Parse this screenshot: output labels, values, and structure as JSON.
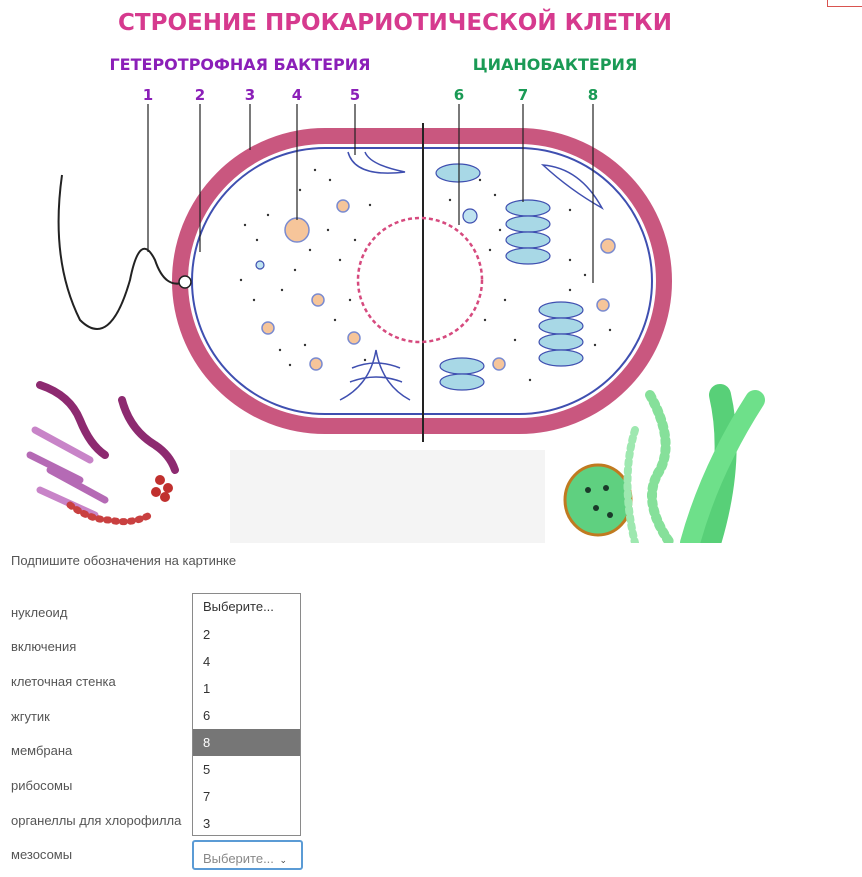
{
  "figure": {
    "title": "СТРОЕНИЕ ПРОКАРИОТИЧЕСКОЙ КЛЕТКИ",
    "left_subtitle": "ГЕТЕРОТРОФНАЯ БАКТЕРИЯ",
    "right_subtitle": "ЦИАНОБАКТЕРИЯ",
    "numbers": [
      "1",
      "2",
      "3",
      "4",
      "5",
      "6",
      "7",
      "8"
    ],
    "colors": {
      "title": "#d63a8e",
      "left_subtitle": "#8b1fb8",
      "right_subtitle": "#1a9a55",
      "cell_wall": "#c9577f",
      "membrane": "#3f4fb0",
      "nucleoid": "#d64a7e",
      "chlorophyll": "#a8d8e6"
    }
  },
  "instruction": "Подпишите обозначения на картинке",
  "rows": [
    {
      "label": "нуклеоид"
    },
    {
      "label": "включения"
    },
    {
      "label": "клеточная стенка"
    },
    {
      "label": "жгутик"
    },
    {
      "label": "мембрана"
    },
    {
      "label": "рибосомы"
    },
    {
      "label": "органеллы для хлорофилла"
    },
    {
      "label": "мезосомы"
    }
  ],
  "dropdown": {
    "placeholder": "Выберите...",
    "options": [
      "2",
      "4",
      "1",
      "6",
      "8",
      "5",
      "7",
      "3"
    ],
    "highlighted": "8"
  },
  "select": {
    "value": "Выберите...",
    "icon": "chevron-down-icon"
  }
}
